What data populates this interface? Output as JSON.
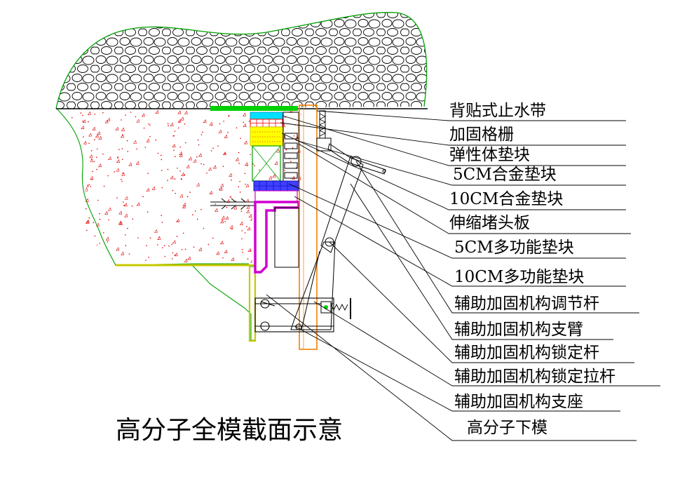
{
  "title": "高分子全模截面示意",
  "labels": [
    "背贴式止水带",
    "加固格栅",
    "弹性体垫块",
    "5CM合金垫块",
    "10CM合金垫块",
    "伸缩堵头板",
    "5CM多功能垫块",
    "10CM多功能垫块",
    "辅助加固机构调节杆",
    "辅助加固机构支臂",
    "辅助加固机构锁定杆",
    "辅助加固机构锁定拉杆",
    "辅助加固机构支座",
    "高分子下模"
  ],
  "colors": {
    "rock_outline": "#00a000",
    "concrete_dots": "#e00000",
    "waterstop": "#00d000",
    "elastomer": "#00e0ff",
    "alloy_block_10": "#ffff00",
    "multi_block": "#3030ff",
    "grid_red": "#ff0000",
    "mold_magenta": "#d000d0",
    "formwork_orange": "#f08000",
    "lower_mold_yellow": "#c8c800",
    "leaders": "#000000"
  }
}
